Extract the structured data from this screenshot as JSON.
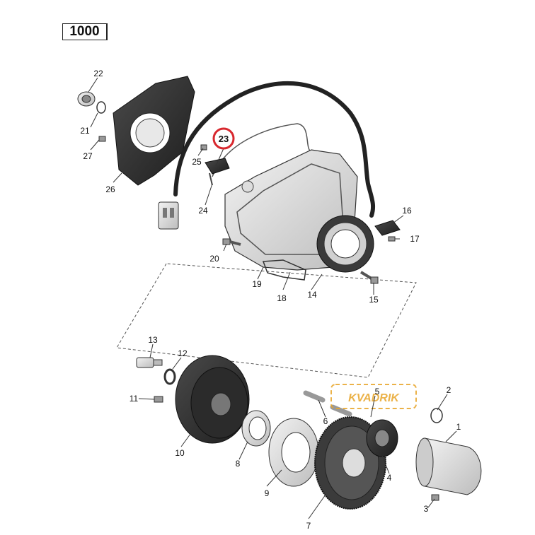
{
  "diagram": {
    "model_label": "1000",
    "highlighted_callout": "23",
    "accent_color": "#d8282e",
    "watermark_color": "#e8a52a",
    "callouts": [
      "1",
      "2",
      "3",
      "4",
      "5",
      "6",
      "7",
      "8",
      "9",
      "10",
      "11",
      "12",
      "13",
      "14",
      "15",
      "16",
      "17",
      "18",
      "19",
      "20",
      "21",
      "22",
      "23",
      "24",
      "25",
      "26",
      "27"
    ]
  },
  "watermark": {
    "brand_text": "KVADRIK"
  }
}
